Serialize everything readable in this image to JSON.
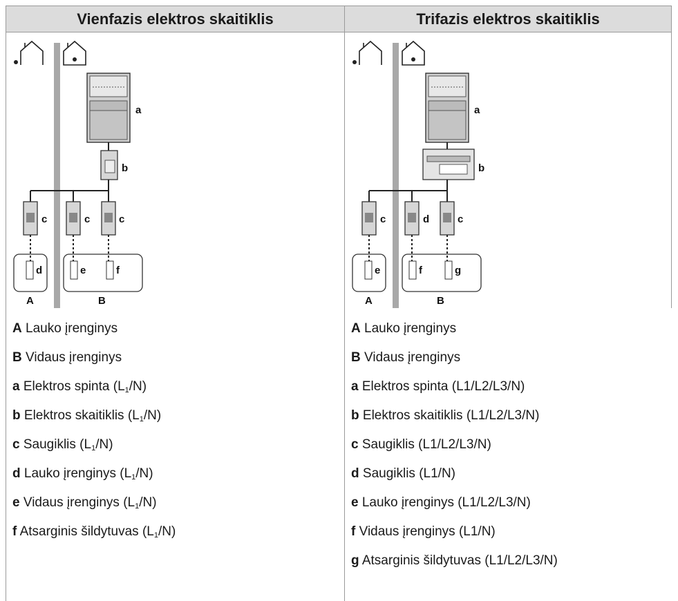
{
  "headers": {
    "single": "Vienfazis elektros skaitiklis",
    "three": "Trifazis elektros skaitiklis"
  },
  "diagram_single": {
    "labels": [
      "a",
      "b",
      "c",
      "c",
      "c",
      "d",
      "e",
      "f",
      "A",
      "B"
    ]
  },
  "diagram_three": {
    "labels": [
      "a",
      "b",
      "c",
      "d",
      "c",
      "e",
      "f",
      "g",
      "A",
      "B"
    ]
  },
  "legend_single": [
    {
      "key": "A",
      "text": "Lauko įrenginys"
    },
    {
      "key": "B",
      "text": "Vidaus įrenginys"
    },
    {
      "key": "a",
      "text": "Elektros spinta (L",
      "phases": "1",
      "tail": "/N)"
    },
    {
      "key": "b",
      "text": "Elektros skaitiklis (L",
      "phases": "1",
      "tail": "/N)"
    },
    {
      "key": "c",
      "text": "Saugiklis (L",
      "phases": "1",
      "tail": "/N)"
    },
    {
      "key": "d",
      "text": "Lauko įrenginys (L",
      "phases": "1",
      "tail": "/N)"
    },
    {
      "key": "e",
      "text": "Vidaus įrenginys (L",
      "phases": "1",
      "tail": "/N)"
    },
    {
      "key": "f",
      "text": "Atsarginis šildytuvas (L",
      "phases": "1",
      "tail": "/N)"
    }
  ],
  "legend_three": [
    {
      "key": "A",
      "text": "Lauko įrenginys"
    },
    {
      "key": "B",
      "text": "Vidaus įrenginys"
    },
    {
      "key": "a",
      "text": "Elektros spinta (L1/L2/L3/N)"
    },
    {
      "key": "b",
      "text": "Elektros skaitiklis (L1/L2/L3/N)"
    },
    {
      "key": "c",
      "text": "Saugiklis (L1/L2/L3/N)"
    },
    {
      "key": "d",
      "text": "Saugiklis (L1/N)"
    },
    {
      "key": "e",
      "text": "Lauko įrenginys (L1/L2/L3/N)"
    },
    {
      "key": "f",
      "text": "Vidaus įrenginys (L1/N)"
    },
    {
      "key": "g",
      "text": "Atsarginis šildytuvas (L1/L2/L3/N)"
    }
  ]
}
